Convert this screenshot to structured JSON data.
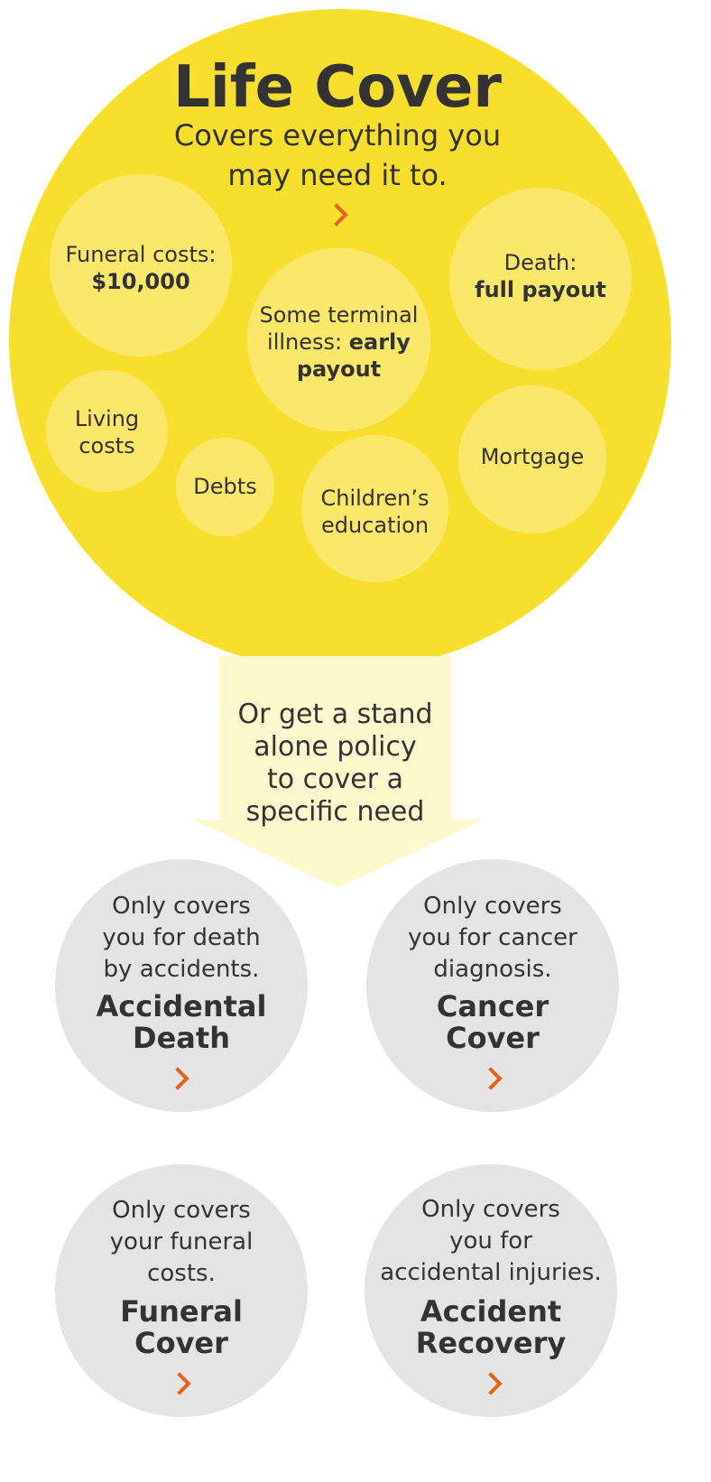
{
  "life_cover": {
    "title": "Life Cover",
    "subtitle_line1": "Covers everything you",
    "subtitle_line2": "may need it to."
  },
  "bubbles": {
    "funeral": {
      "line1": "Funeral costs:",
      "line2": "$10,000"
    },
    "death": {
      "line1": "Death:",
      "line2": "full payout"
    },
    "terminal": {
      "line1": "Some terminal",
      "line2_normal": "illness: ",
      "line2_bold": "early",
      "line3": "payout"
    },
    "living": {
      "line1": "Living",
      "line2": "costs"
    },
    "debts": {
      "label": "Debts"
    },
    "children": {
      "line1": "Children’s",
      "line2": "education"
    },
    "mortgage": {
      "label": "Mortgage"
    }
  },
  "arrow": {
    "line1": "Or get a stand",
    "line2": "alone policy",
    "line3": "to cover a",
    "line4": "specific need"
  },
  "policies": [
    {
      "desc1": "Only covers",
      "desc2": "you for death",
      "desc3": "by accidents.",
      "title1": "Accidental",
      "title2": "Death"
    },
    {
      "desc1": "Only covers",
      "desc2": "you for cancer",
      "desc3": "diagnosis.",
      "title1": "Cancer",
      "title2": "Cover"
    },
    {
      "desc1": "Only covers",
      "desc2": "your funeral",
      "desc3": "costs.",
      "title1": "Funeral",
      "title2": "Cover"
    },
    {
      "desc1": "Only covers",
      "desc2": "you for",
      "desc3": "accidental  injuries.",
      "title1": "Accident",
      "title2": "Recovery"
    }
  ],
  "colors": {
    "big_circle": "#f8df2e",
    "sub_circle": "#fbe86b",
    "arrow": "#fef8cf",
    "grey_circle": "#e4e4e4",
    "chevron": "#e8601c",
    "text": "#333333"
  },
  "icons": [
    "chevron-right-icon"
  ]
}
